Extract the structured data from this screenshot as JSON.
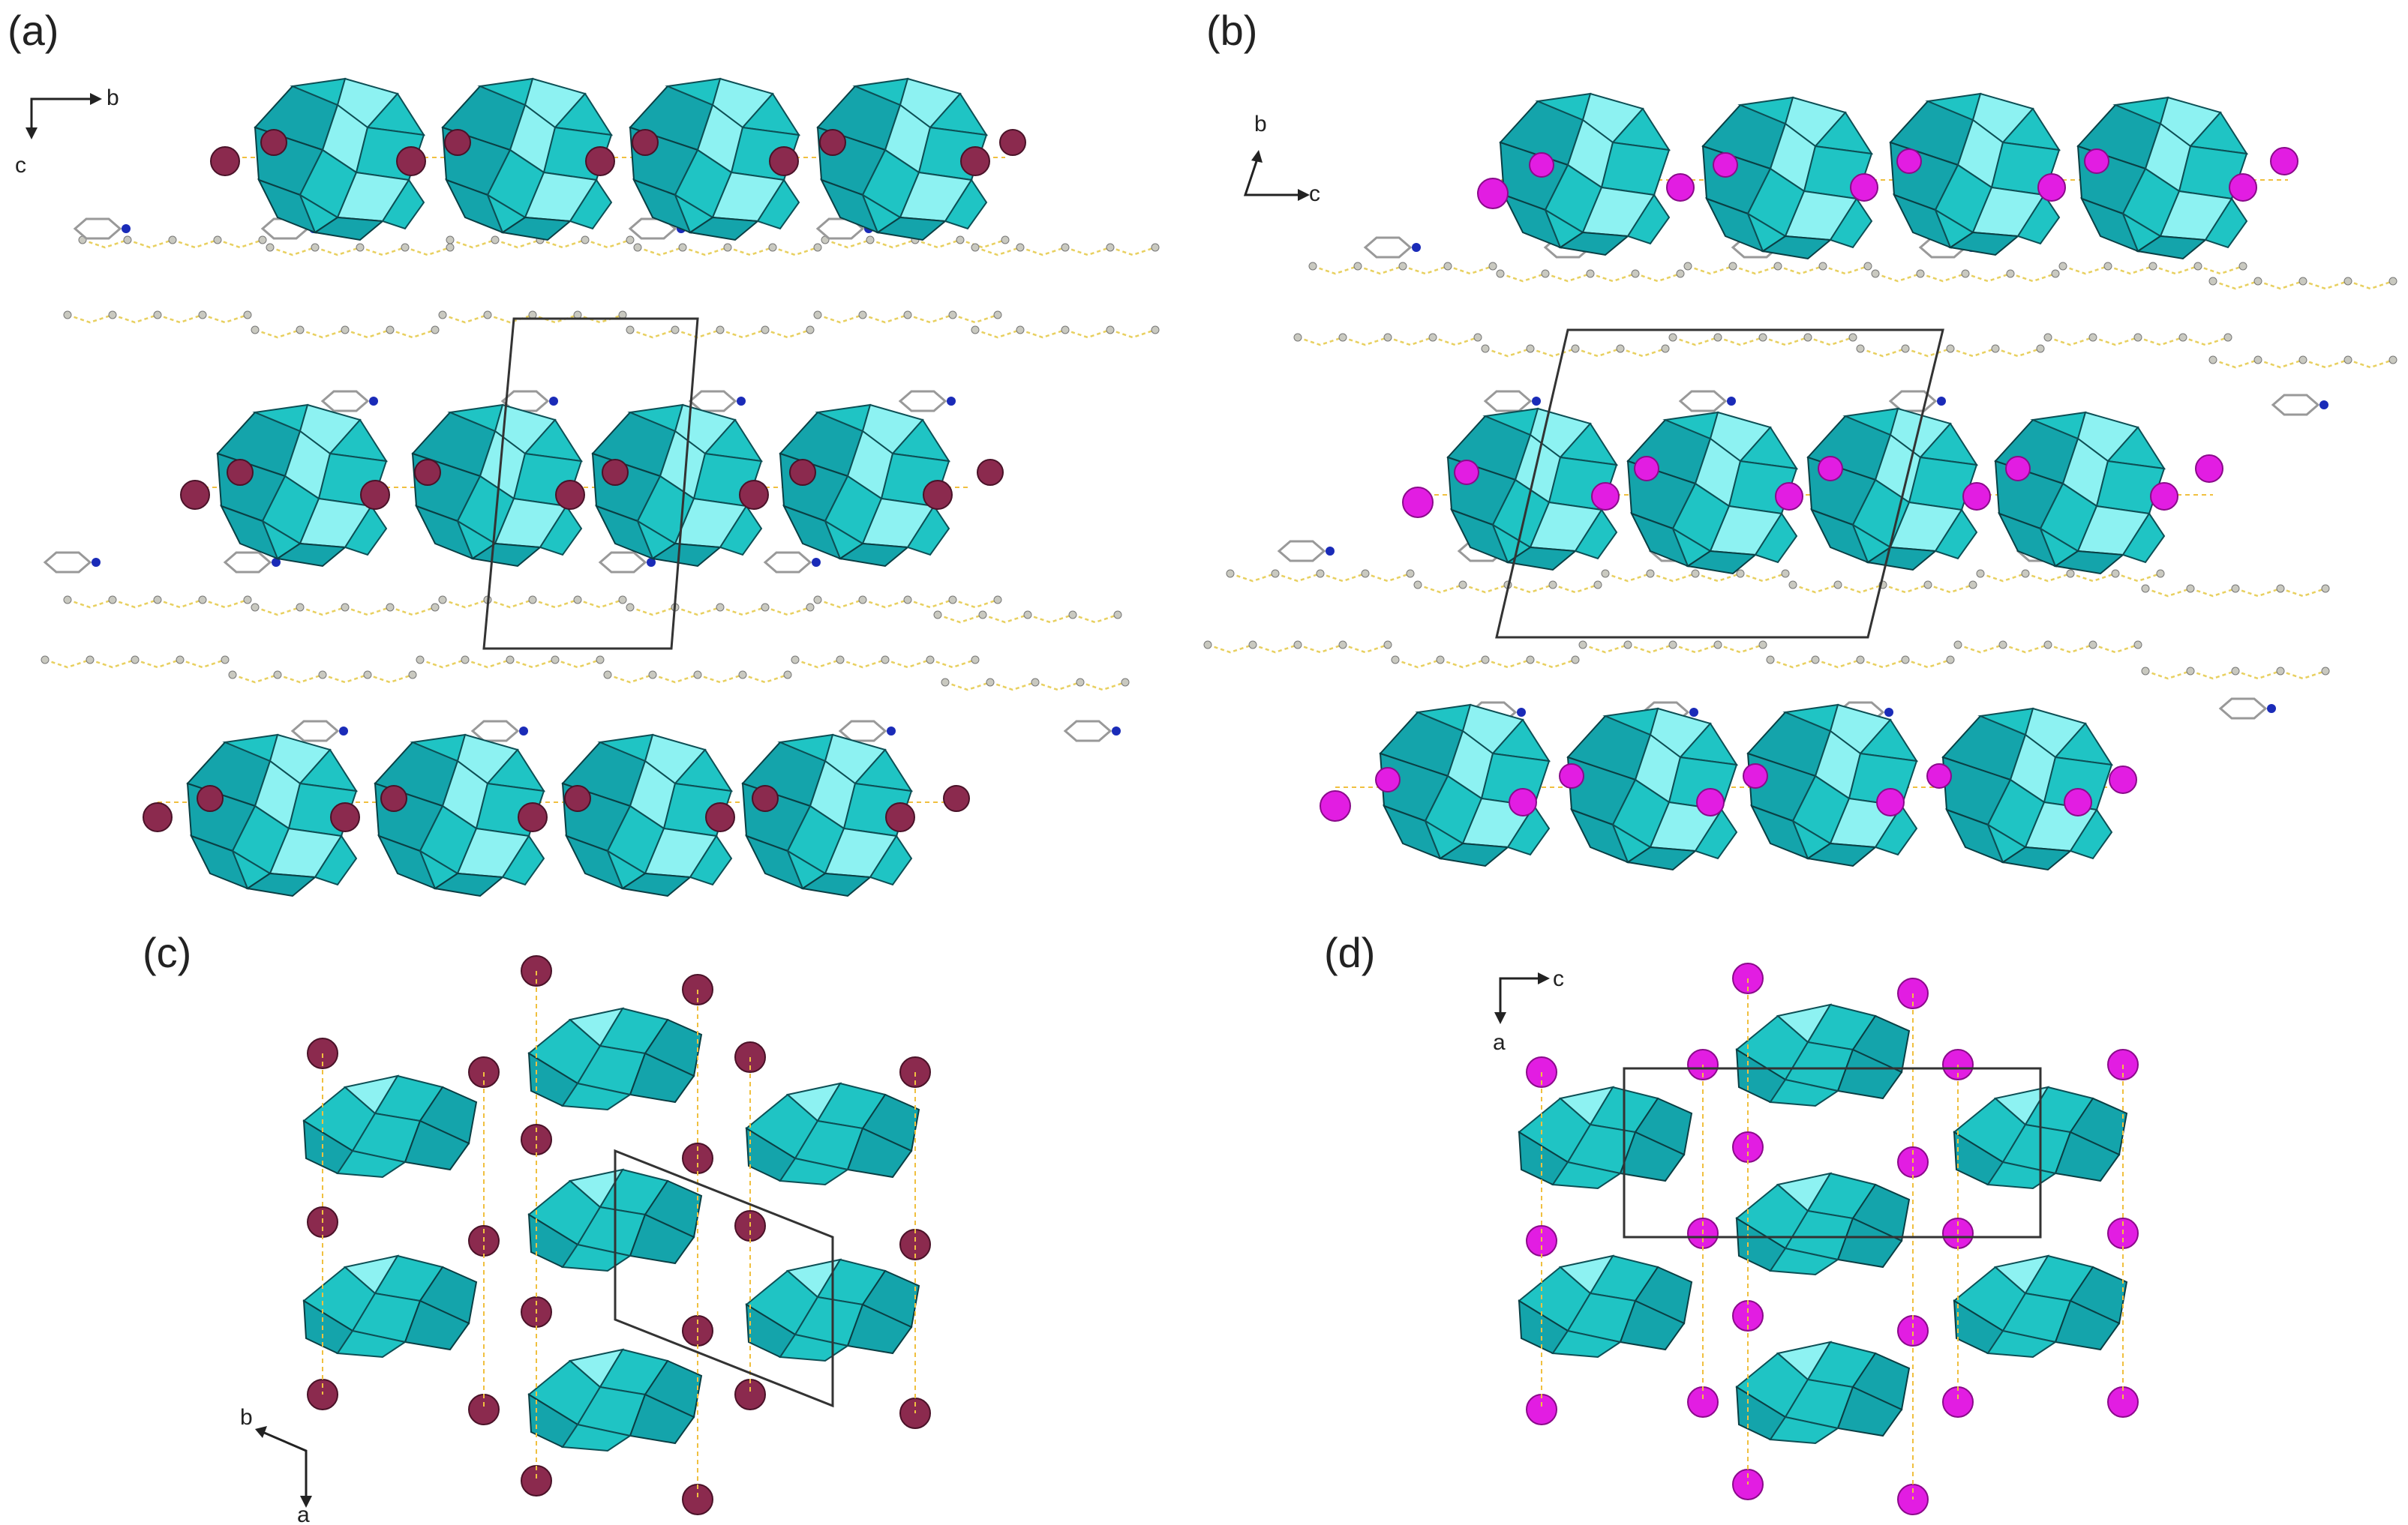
{
  "panels": [
    {
      "label": "(a)",
      "axes": [
        "b",
        "c"
      ],
      "metal_color": "#8b2a4e"
    },
    {
      "label": "(b)",
      "axes": [
        "b",
        "c"
      ],
      "metal_color": "#e21de2"
    },
    {
      "label": "(c)",
      "axes": [
        "b",
        "a"
      ],
      "metal_color": "#8b2a4e"
    },
    {
      "label": "(d)",
      "axes": [
        "c",
        "a"
      ],
      "metal_color": "#e21de2"
    }
  ],
  "colors": {
    "polyhedra": "#1fc4c4",
    "polyhedra_light": "#8df2f2",
    "polyhedra_dark": "#14a4ab",
    "bonds": "#f0c040",
    "nitrogen": "#1a2bb8",
    "carbon": "#c9c9c0"
  },
  "icons": [
    "polyoxometalate-cluster-icon",
    "metal-cation-sphere-icon",
    "pyridinium-chain-icon",
    "axis-arrow-icon"
  ]
}
